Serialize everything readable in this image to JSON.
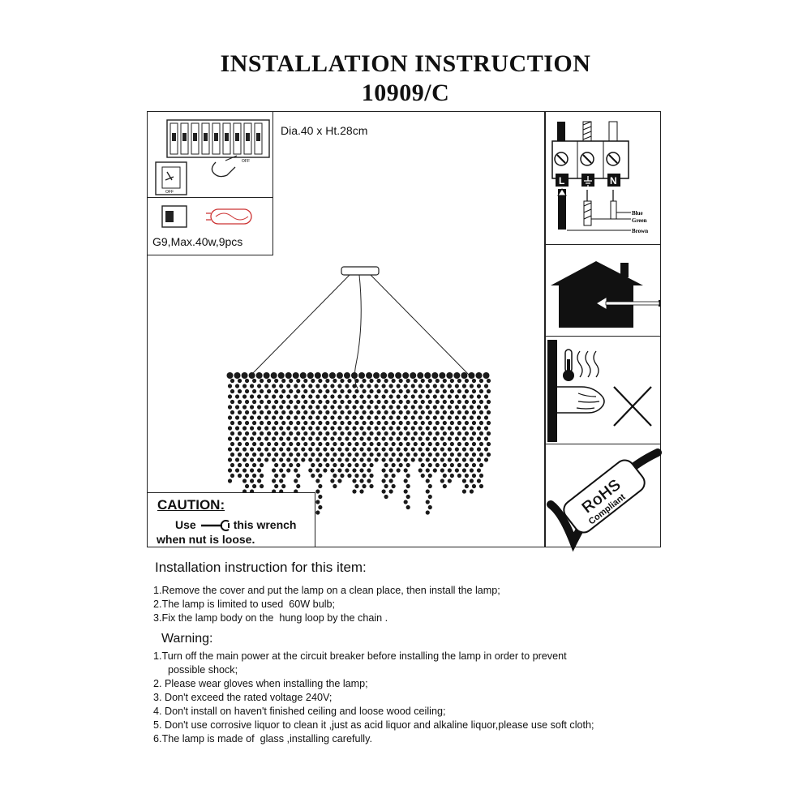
{
  "header": {
    "title": "INSTALLATION INSTRUCTION",
    "model": "10909/C"
  },
  "specs": {
    "dimensions": "Dia.40 x Ht.28cm",
    "bulb": "G9,Max.40w,9pcs"
  },
  "wiring": {
    "terminals": [
      "L",
      "N"
    ],
    "wires": [
      "Blue",
      "Green",
      "Brown"
    ]
  },
  "breaker": {
    "off_label": "OFF"
  },
  "caution": {
    "title": "CAUTION:",
    "use": "Use",
    "this_wrench": "this wrench",
    "line2": "when nut  is loose."
  },
  "rohs": {
    "line1": "RoHS",
    "line2": "Compliant"
  },
  "instructions": {
    "title": "Installation instruction for this item:",
    "items": [
      "1.Remove the cover and put the lamp on a clean place, then install the lamp;",
      "2.The lamp is limited to used  60W bulb;",
      "3.Fix the lamp body on the  hung loop by the chain ."
    ]
  },
  "warning": {
    "title": "Warning:",
    "items": [
      "1.Turn off the main power at the circuit breaker before installing the lamp in order to prevent",
      "possible shock;",
      "2. Please wear gloves when installing the lamp;",
      "3. Don't exceed the rated voltage 240V;",
      "4. Don't install on haven't finished ceiling and loose wood ceiling;",
      "5. Don't use corrosive liquor to clean it ,just as acid liquor and alkaline liquor,please use soft cloth;",
      "6.The lamp is made of  glass ,installing carefully."
    ]
  }
}
